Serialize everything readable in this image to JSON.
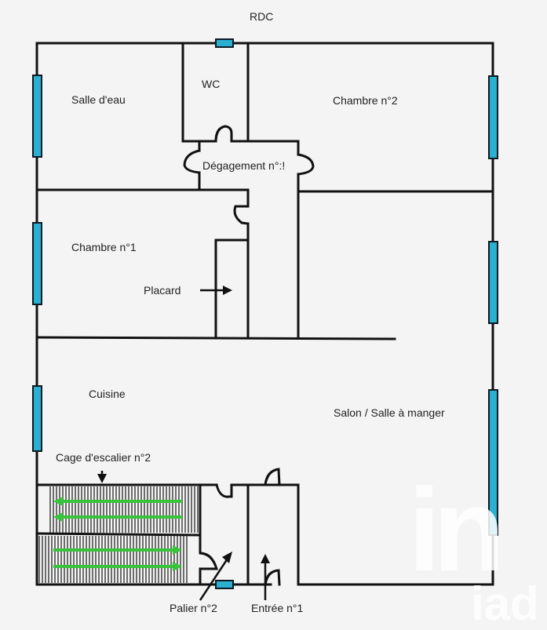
{
  "plan": {
    "title": "RDC",
    "colors": {
      "background": "#f4f4f4",
      "wall": "#111111",
      "window": "#2bb0d2",
      "stair_arrow": "#37c43a",
      "text": "#222222"
    },
    "rooms": [
      {
        "id": "salle-d-eau",
        "label": "Salle d'eau"
      },
      {
        "id": "wc",
        "label": "WC"
      },
      {
        "id": "chambre-2",
        "label": "Chambre n°2"
      },
      {
        "id": "degagement-1",
        "label": "Dégagement n°:!"
      },
      {
        "id": "chambre-1",
        "label": "Chambre n°1"
      },
      {
        "id": "placard",
        "label": "Placard"
      },
      {
        "id": "cuisine",
        "label": "Cuisine"
      },
      {
        "id": "salon",
        "label": "Salon / Salle à manger"
      },
      {
        "id": "cage-escalier-2",
        "label": "Cage d'escalier n°2"
      },
      {
        "id": "palier-2",
        "label": "Palier n°2"
      },
      {
        "id": "entree-1",
        "label": "Entrée n°1"
      }
    ],
    "watermark": {
      "logo_top": "in",
      "logo_bottom": "iad"
    }
  }
}
